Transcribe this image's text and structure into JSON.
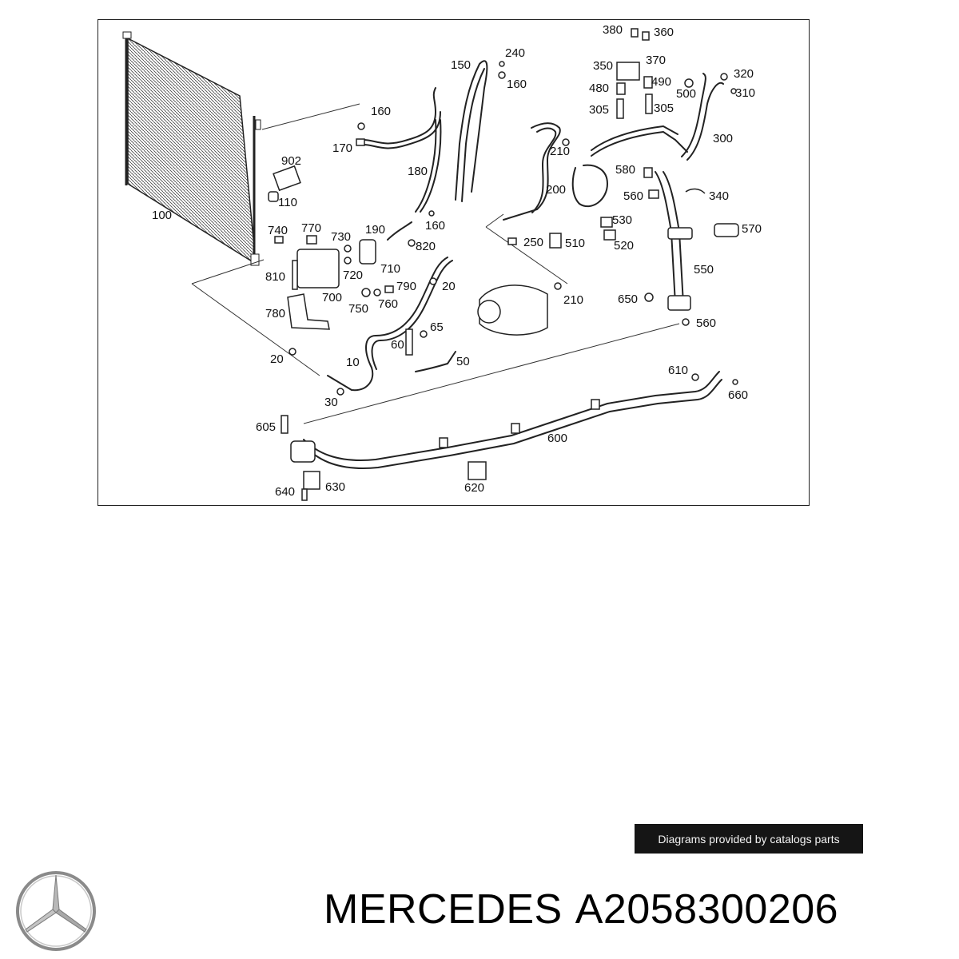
{
  "diagram": {
    "callouts": [
      "100",
      "902",
      "110",
      "160",
      "170",
      "180",
      "150",
      "240",
      "160",
      "190",
      "160",
      "820",
      "710",
      "740",
      "770",
      "730",
      "720",
      "700",
      "810",
      "780",
      "750",
      "760",
      "790",
      "20",
      "10",
      "20",
      "30",
      "60",
      "65",
      "50",
      "200",
      "210",
      "250",
      "510",
      "530",
      "520",
      "210",
      "380",
      "360",
      "350",
      "370",
      "480",
      "490",
      "305",
      "305",
      "500",
      "320",
      "310",
      "300",
      "580",
      "560",
      "340",
      "570",
      "550",
      "650",
      "560",
      "610",
      "660",
      "605",
      "600",
      "640",
      "630",
      "620"
    ]
  },
  "watermark": {
    "text": "Diagrams provided by catalogs parts"
  },
  "brand": {
    "logo_icon": "mercedes-star-icon",
    "name": "MERCEDES",
    "part_number": "A2058300206"
  },
  "colors": {
    "line": "#222222",
    "watermark_bg": "#151515"
  }
}
